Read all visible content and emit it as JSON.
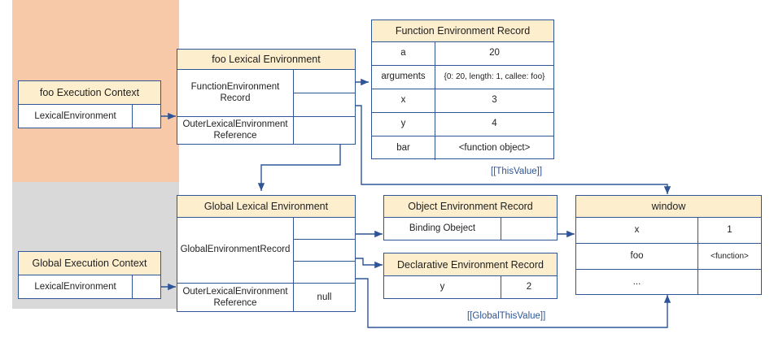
{
  "panels": {
    "foo_panel": {
      "name": "foo-execution-context-panel",
      "color": "#f7c9a8"
    },
    "global_panel": {
      "name": "global-execution-context-panel",
      "color": "#d9d9d9"
    }
  },
  "foo_execution_context": {
    "title": "foo Execution Context",
    "field_label": "LexicalEnvironment",
    "field_value": ""
  },
  "global_execution_context": {
    "title": "Global Execution Context",
    "field_label": "LexicalEnvironment",
    "field_value": ""
  },
  "foo_lexical_environment": {
    "title": "foo Lexical Environment",
    "rows": [
      {
        "label": "FunctionEnvironment Record",
        "value": ""
      },
      {
        "label": "OuterLexicalEnvironment Reference",
        "value": ""
      }
    ]
  },
  "global_lexical_environment": {
    "title": "Global Lexical Environment",
    "rows": [
      {
        "label": "GlobalEnvironmentRecord",
        "value": ""
      },
      {
        "label": "OuterLexicalEnvironment Reference",
        "value": "null"
      }
    ]
  },
  "function_environment_record": {
    "title": "Function Environment Record",
    "rows": [
      {
        "key": "a",
        "value": "20"
      },
      {
        "key": "arguments",
        "value": "{0: 20, length: 1, callee: foo}"
      },
      {
        "key": "x",
        "value": "3"
      },
      {
        "key": "y",
        "value": "4"
      },
      {
        "key": "bar",
        "value": "<function object>"
      }
    ]
  },
  "object_environment_record": {
    "title": "Object Environment Record",
    "rows": [
      {
        "key": "Binding Obeject",
        "value": ""
      }
    ]
  },
  "declarative_environment_record": {
    "title": "Declarative Environment Record",
    "rows": [
      {
        "key": "y",
        "value": "2"
      }
    ]
  },
  "window": {
    "title": "window",
    "rows": [
      {
        "key": "x",
        "value": "1"
      },
      {
        "key": "foo",
        "value": "<function>"
      },
      {
        "key": "...",
        "value": ""
      }
    ]
  },
  "annotations": {
    "this_value": "[[ThisValue]]",
    "global_this_value": "[[GlobalThisValue]]"
  },
  "colors": {
    "border": "#2f5597",
    "header_fill": "#fdeecd",
    "connector": "#2f5597",
    "foo_panel": "#f7c9a8",
    "global_panel": "#d9d9d9"
  }
}
